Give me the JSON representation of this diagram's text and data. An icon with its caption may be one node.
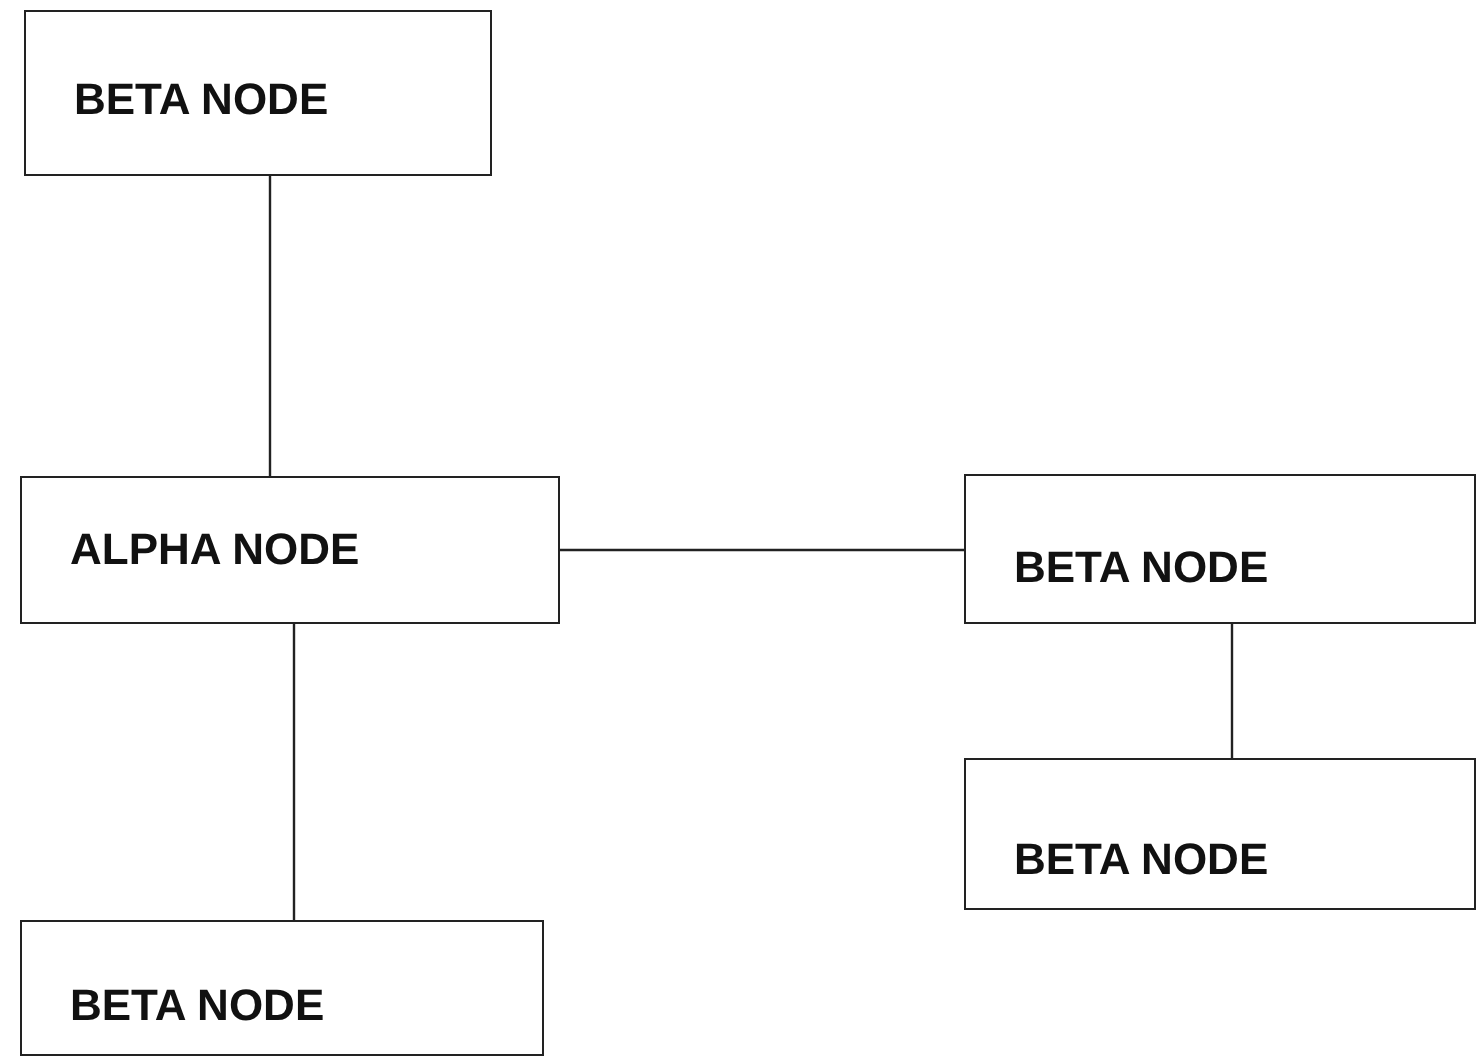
{
  "diagram": {
    "nodes": [
      {
        "text": [
          "BETA NODE"
        ]
      },
      {
        "text": [
          "ALPHA NODE"
        ]
      },
      {
        "text": [
          "BETA NODE"
        ]
      },
      {
        "text": [
          "BETA NODE"
        ]
      },
      {
        "text": [
          "BETA NODE"
        ]
      }
    ],
    "edges": [
      {
        "from": 0,
        "to": 1,
        "arrow": "none"
      },
      {
        "from": 1,
        "to": 2,
        "arrow": "none"
      },
      {
        "from": 2,
        "to": 3,
        "arrow": "none"
      },
      {
        "from": 1,
        "to": 4,
        "arrow": "none"
      }
    ]
  }
}
